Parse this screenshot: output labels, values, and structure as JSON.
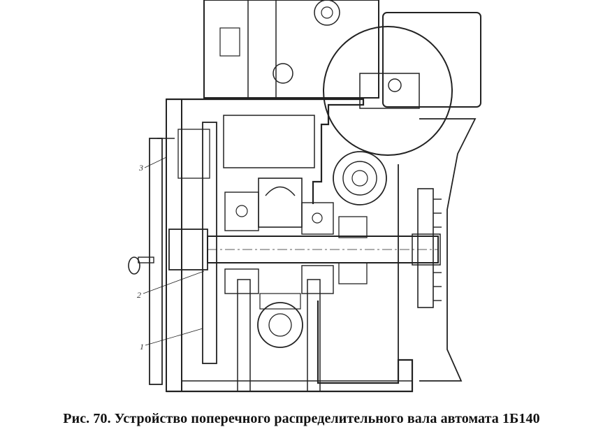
{
  "figure": {
    "caption": "Рис. 70. Устройство поперечного распределительного вала автомата 1Б140",
    "callouts": [
      "1",
      "2",
      "3"
    ]
  },
  "colors": {
    "ink": "#222222",
    "hatch": "#555555",
    "paper": "#ffffff"
  }
}
